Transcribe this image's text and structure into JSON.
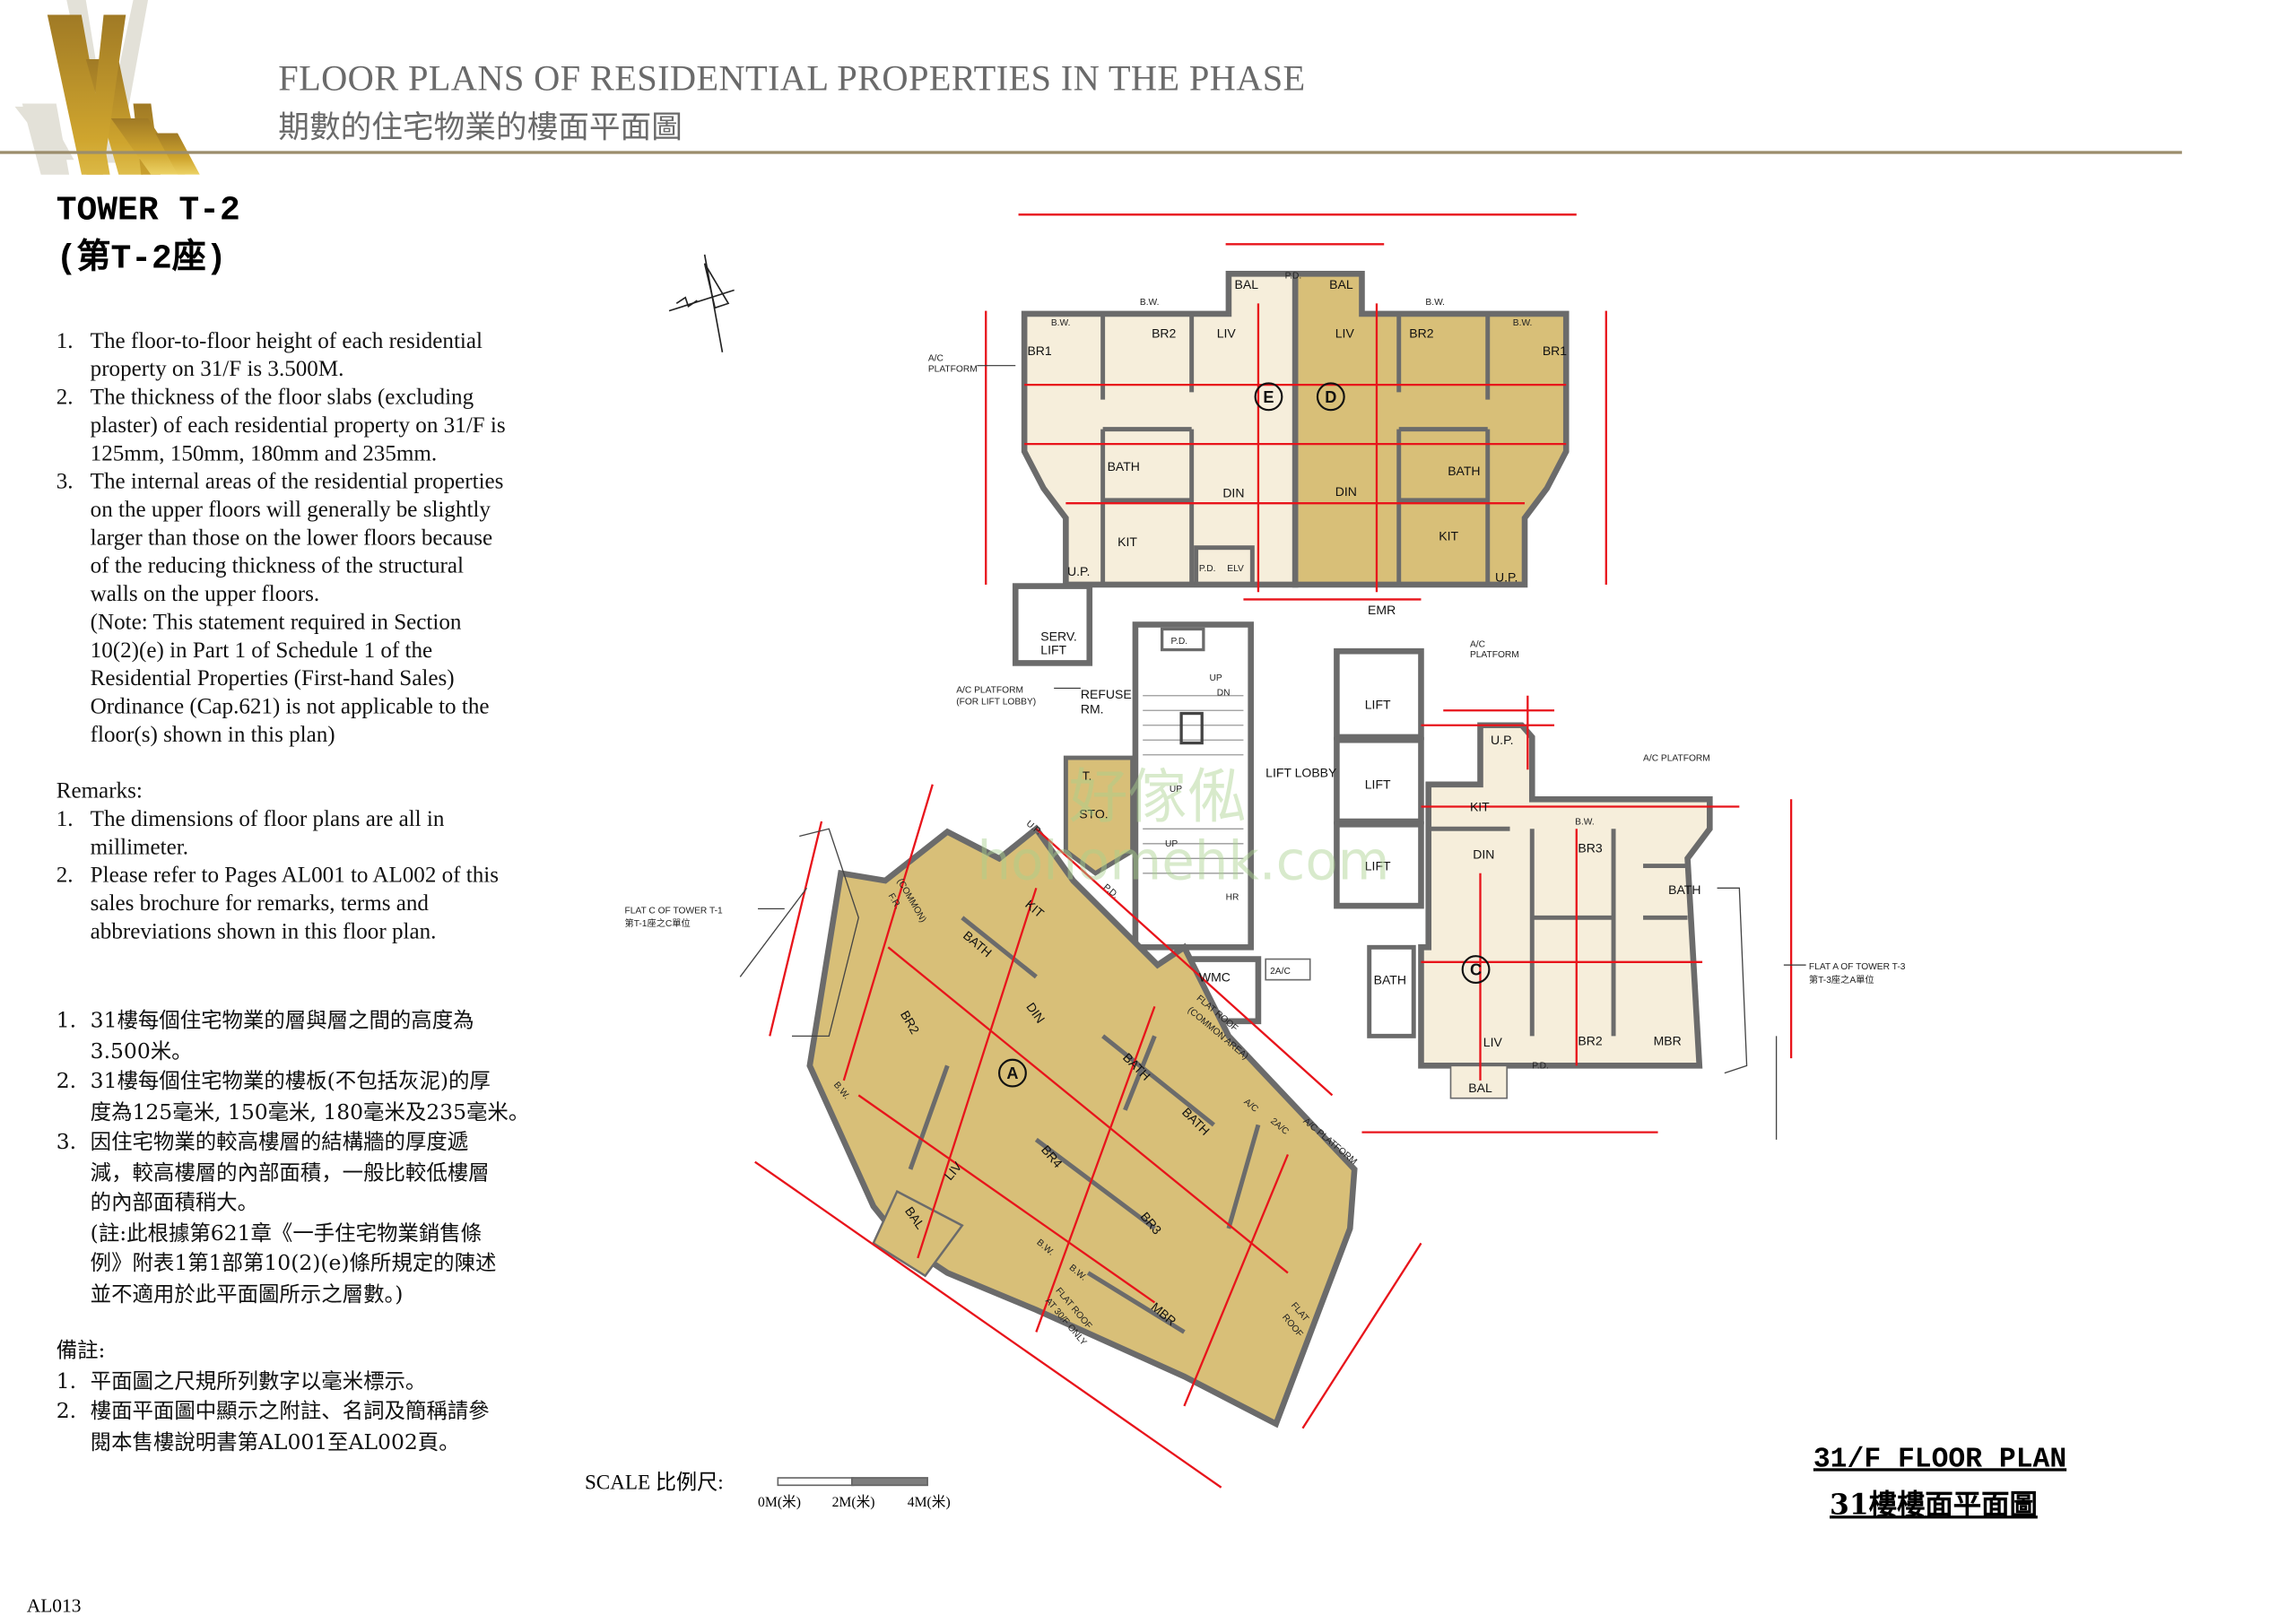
{
  "header": {
    "title_en": "FLOOR PLANS OF RESIDENTIAL PROPERTIES IN THE PHASE",
    "title_zh": "期數的住宅物業的樓面平面圖",
    "logo_text": "WWA"
  },
  "tower": {
    "name_en": "TOWER T-2",
    "name_zh": "(第T-2座)"
  },
  "notes_en": [
    {
      "n": "1.",
      "lines": [
        "The floor-to-floor height of each residential",
        "property on 31/F is 3.500M."
      ]
    },
    {
      "n": "2.",
      "lines": [
        "The thickness of the floor slabs (excluding",
        "plaster) of each residential property on 31/F is",
        "125mm, 150mm, 180mm and 235mm."
      ]
    },
    {
      "n": "3.",
      "lines": [
        "The internal areas of the residential properties",
        "on the upper floors will generally be slightly",
        "larger than those on the lower floors because",
        "of the reducing thickness of the structural",
        "walls on the upper floors.",
        "(Note: This statement required in Section",
        "10(2)(e) in Part 1 of Schedule 1 of the",
        "Residential Properties (First-hand Sales)",
        "Ordinance (Cap.621) is not applicable to the",
        "floor(s) shown in this plan)"
      ]
    }
  ],
  "remarks_en": {
    "heading": "Remarks:",
    "items": [
      {
        "n": "1.",
        "lines": [
          "The dimensions of floor plans are all in",
          "millimeter."
        ]
      },
      {
        "n": "2.",
        "lines": [
          "Please refer to Pages AL001 to AL002 of this",
          "sales brochure for remarks, terms and",
          "abbreviations shown in this floor plan."
        ]
      }
    ]
  },
  "notes_zh": [
    {
      "n": "1.",
      "lines": [
        "31樓每個住宅物業的層與層之間的高度為",
        "3.500米。"
      ]
    },
    {
      "n": "2.",
      "lines": [
        "31樓每個住宅物業的樓板(不包括灰泥)的厚",
        "度為125毫米, 150毫米, 180毫米及235毫米。"
      ]
    },
    {
      "n": "3.",
      "lines": [
        "因住宅物業的較高樓層的結構牆的厚度遞",
        "減，較高樓層的內部面積，一般比較低樓層",
        "的內部面積稍大。",
        "(註:此根據第621章《一手住宅物業銷售條",
        "例》附表1第1部第10(2)(e)條所規定的陳述",
        "並不適用於此平面圖所示之層數。)"
      ]
    }
  ],
  "remarks_zh": {
    "heading": "備註:",
    "items": [
      {
        "n": "1.",
        "lines": [
          "平面圖之尺規所列數字以毫米標示。"
        ]
      },
      {
        "n": "2.",
        "lines": [
          "樓面平面圖中顯示之附註、名詞及簡稱請參",
          "閱本售樓說明書第AL001至AL002頁。"
        ]
      }
    ]
  },
  "scale": {
    "label": "SCALE 比例尺:",
    "ticks": [
      "0M(米)",
      "2M(米)",
      "4M(米)"
    ]
  },
  "plan_title": {
    "en": "31/F FLOOR PLAN",
    "zh": "31樓樓面平面圖"
  },
  "page_number": "AL013",
  "watermark": {
    "zh": "好傢俬",
    "url": "hohomehk.com"
  },
  "colors": {
    "flat_light": "#f6eedb",
    "flat_dark": "#d8bf78",
    "wall": "#6b6b6b",
    "dimension": "#e8141b",
    "gold": "#c9a23a"
  },
  "plan": {
    "flat_ids": [
      "E",
      "D",
      "C",
      "A"
    ],
    "labels": [
      "BR1",
      "B.W.",
      "B.W.",
      "BR2",
      "LIV",
      "BAL",
      "P.D.",
      "BAL",
      "LIV",
      "BR2",
      "B.W.",
      "B.W.",
      "BR1",
      "BATH",
      "DIN",
      "DIN",
      "BATH",
      "KIT",
      "KIT",
      "U.P.",
      "U.P.",
      "P.D.",
      "ELV",
      "EMR",
      "SERV.",
      "LIFT",
      "P.D.",
      "REFUSE",
      "RM.",
      "UP",
      "DN",
      "LIFT LOBBY",
      "LIFT",
      "LIFT",
      "LIFT",
      "T.",
      "STO.",
      "U.P.",
      "P.D.",
      "HR",
      "UP",
      "UP",
      "WMC",
      "2A/C",
      "U.P.",
      "KIT",
      "DIN",
      "B.W.",
      "BR3",
      "BATH",
      "BATH",
      "LIV",
      "BR2",
      "MBR",
      "P.D.",
      "BAL",
      "BR2",
      "BATH",
      "KIT",
      "DIN",
      "LIV",
      "BAL",
      "B.W.",
      "BR4",
      "BATH",
      "BATH",
      "BR3",
      "B.W.",
      "B.W.",
      "MBR",
      "A/C",
      "2A/C"
    ],
    "annotations": {
      "ac_platform_top_left": [
        "A/C",
        "PLATFORM"
      ],
      "ac_platform_top_right": [
        "A/C",
        "PLATFORM"
      ],
      "ac_platform_lobby": [
        "A/C PLATFORM",
        "(FOR LIFT LOBBY)"
      ],
      "ac_platform_c": "A/C PLATFORM",
      "ac_platform_a": "A/C PLATFORM",
      "flat_roof_common": [
        "FLAT ROOF",
        "(COMMON AREA)"
      ],
      "common_fr": [
        "(COMMON)",
        "F.R."
      ],
      "flat_roof_30f": [
        "FLAT ROOF",
        "AT 30/F ONLY"
      ],
      "flat_roof_a": [
        "FLAT",
        "ROOF"
      ],
      "flat_c_t1": [
        "FLAT C OF TOWER T-1",
        "第T-1座之C單位"
      ],
      "flat_a_t3": [
        "FLAT A OF TOWER T-3",
        "第T-3座之A單位"
      ]
    }
  }
}
